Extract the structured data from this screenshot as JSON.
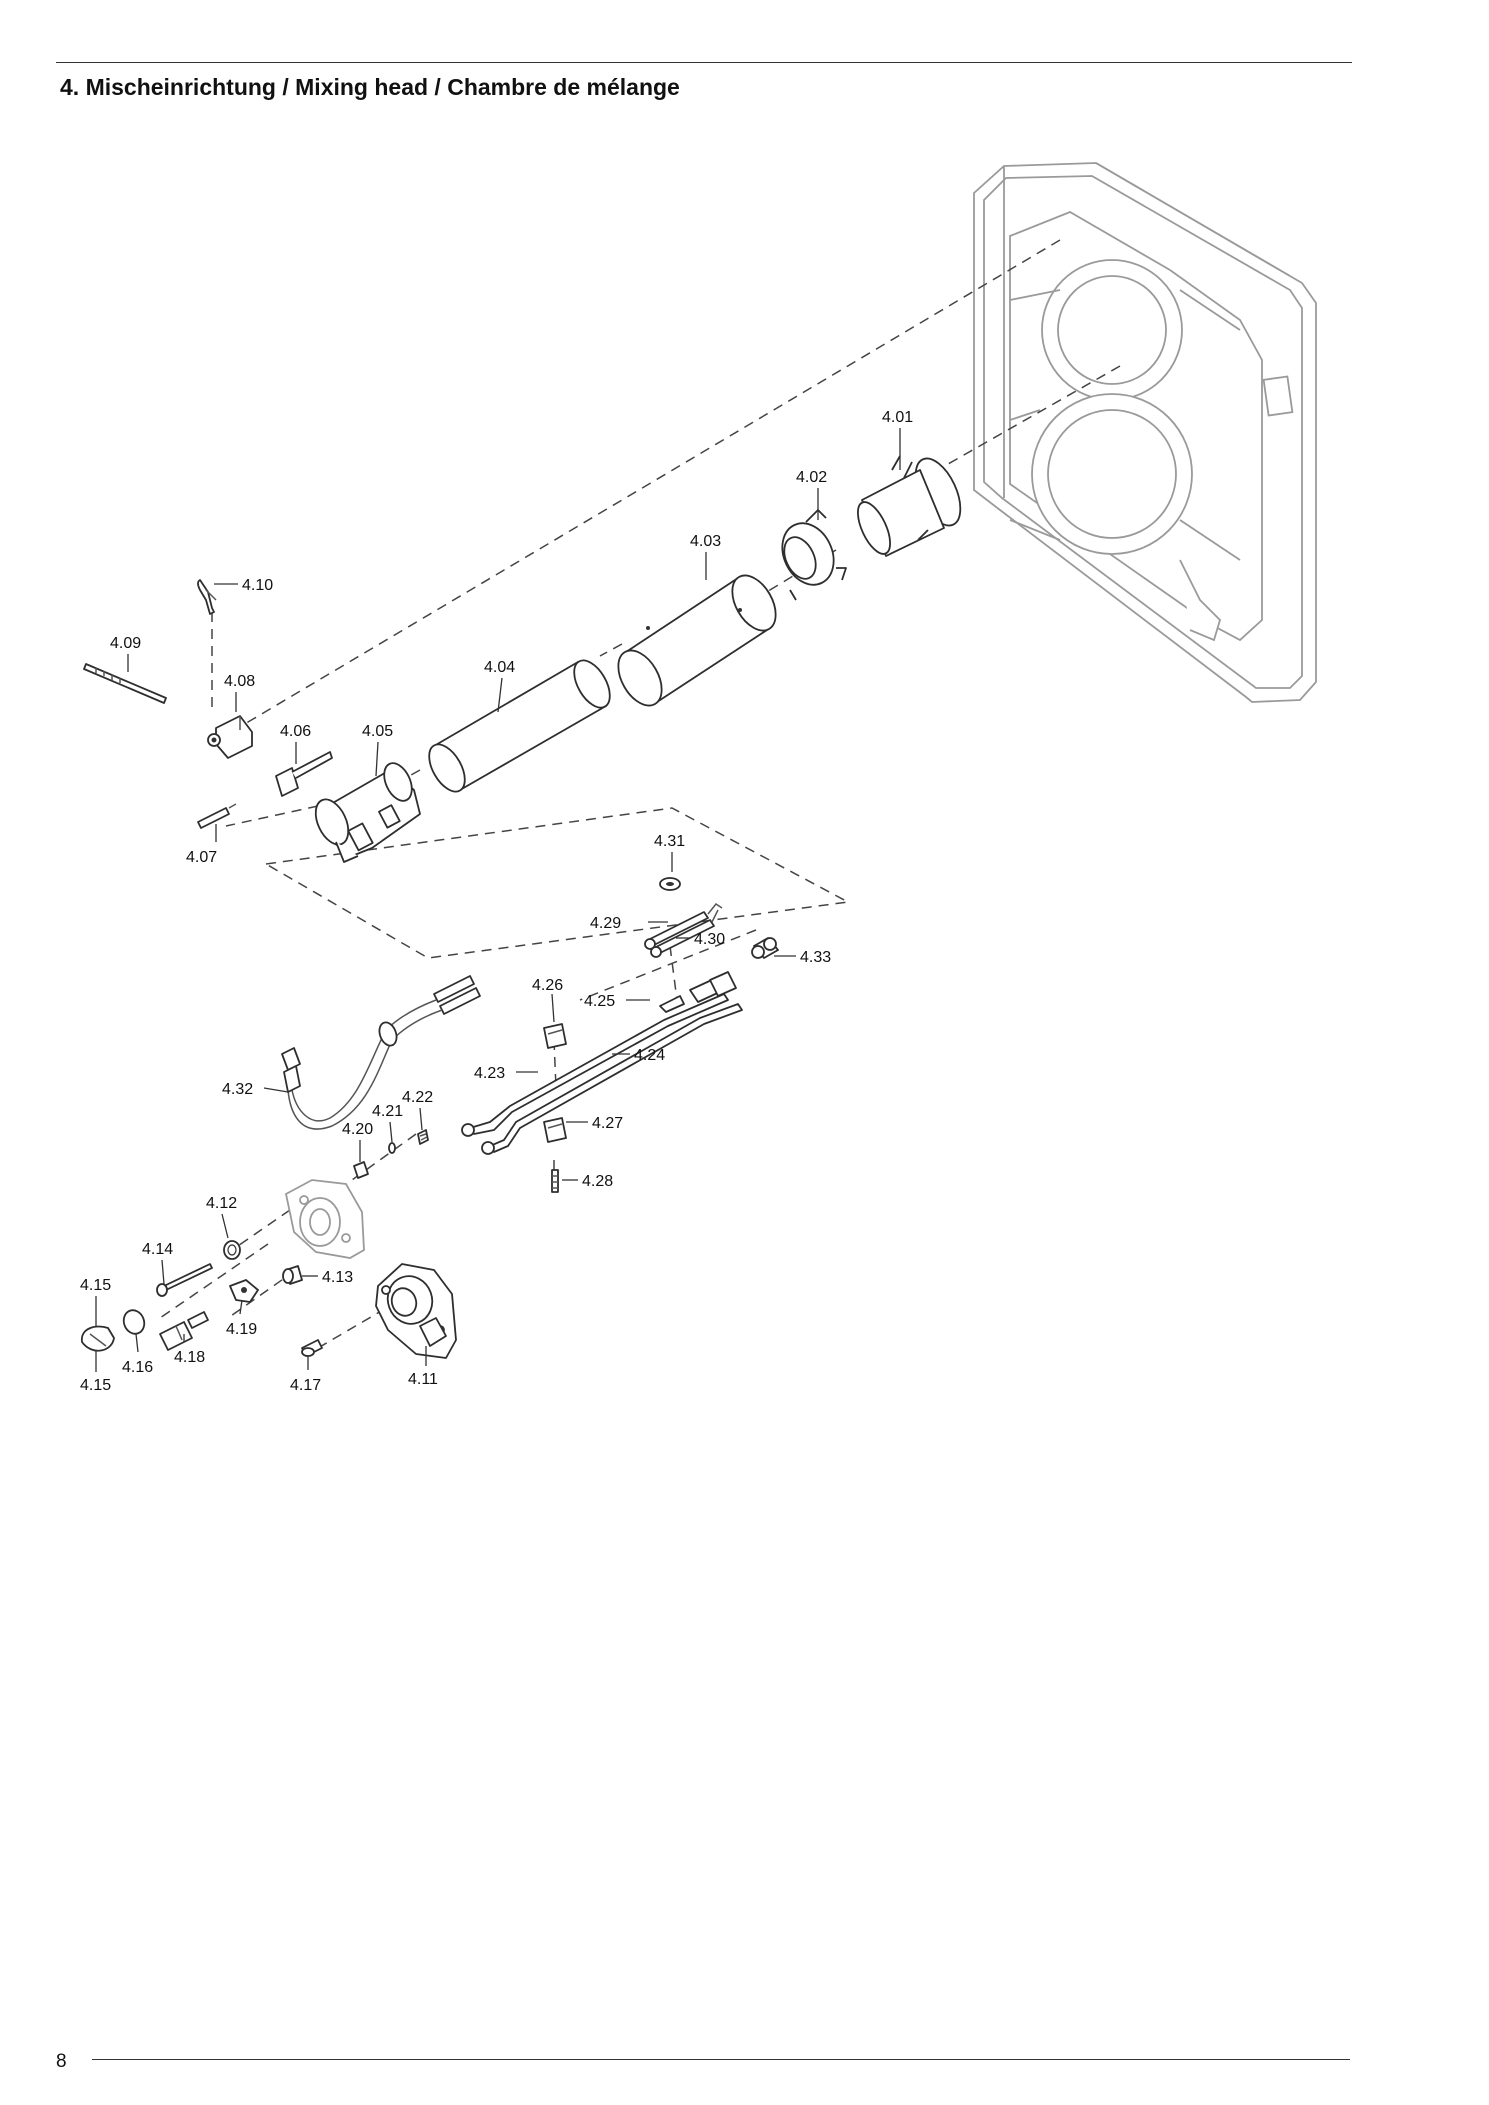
{
  "page": {
    "title": "4. Mischeinrichtung / Mixing head / Chambre de mélange",
    "page_number": "8"
  },
  "callouts": [
    {
      "id": "4.01",
      "label": "4.01"
    },
    {
      "id": "4.02",
      "label": "4.02"
    },
    {
      "id": "4.03",
      "label": "4.03"
    },
    {
      "id": "4.04",
      "label": "4.04"
    },
    {
      "id": "4.05",
      "label": "4.05"
    },
    {
      "id": "4.06",
      "label": "4.06"
    },
    {
      "id": "4.07",
      "label": "4.07"
    },
    {
      "id": "4.08",
      "label": "4.08"
    },
    {
      "id": "4.09",
      "label": "4.09"
    },
    {
      "id": "4.10",
      "label": "4.10"
    },
    {
      "id": "4.11",
      "label": "4.11"
    },
    {
      "id": "4.12",
      "label": "4.12"
    },
    {
      "id": "4.13",
      "label": "4.13"
    },
    {
      "id": "4.14",
      "label": "4.14"
    },
    {
      "id": "4.15",
      "label": "4.15"
    },
    {
      "id": "4.15b",
      "label": "4.15"
    },
    {
      "id": "4.16",
      "label": "4.16"
    },
    {
      "id": "4.17",
      "label": "4.17"
    },
    {
      "id": "4.18",
      "label": "4.18"
    },
    {
      "id": "4.19",
      "label": "4.19"
    },
    {
      "id": "4.20",
      "label": "4.20"
    },
    {
      "id": "4.21",
      "label": "4.21"
    },
    {
      "id": "4.22",
      "label": "4.22"
    },
    {
      "id": "4.23",
      "label": "4.23"
    },
    {
      "id": "4.24",
      "label": "4.24"
    },
    {
      "id": "4.25",
      "label": "4.25"
    },
    {
      "id": "4.26",
      "label": "4.26"
    },
    {
      "id": "4.27",
      "label": "4.27"
    },
    {
      "id": "4.28",
      "label": "4.28"
    },
    {
      "id": "4.29",
      "label": "4.29"
    },
    {
      "id": "4.30",
      "label": "4.30"
    },
    {
      "id": "4.31",
      "label": "4.31"
    },
    {
      "id": "4.32",
      "label": "4.32"
    },
    {
      "id": "4.33",
      "label": "4.33"
    }
  ]
}
